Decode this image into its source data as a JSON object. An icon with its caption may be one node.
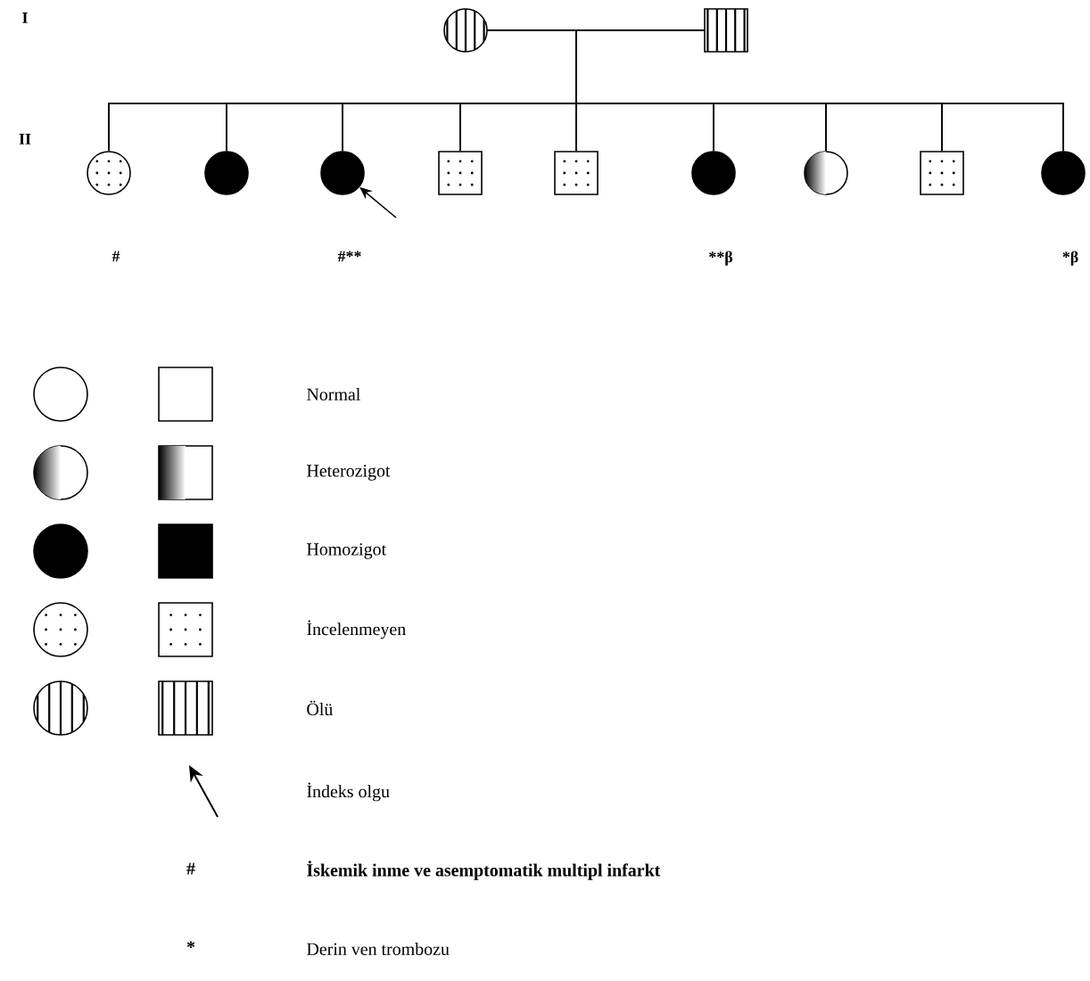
{
  "diagram": {
    "nodes": [
      {
        "text": [],
        "shape": "circle"
      },
      {
        "text": [],
        "shape": "box"
      },
      {
        "text": [],
        "shape": "circle",
        "beside": [
          "#"
        ]
      },
      {
        "text": [],
        "shape": "circle"
      },
      {
        "text": [],
        "shape": "circle",
        "beside": [
          "#**"
        ]
      },
      {
        "text": [],
        "shape": "box"
      },
      {
        "text": [],
        "shape": "box"
      },
      {
        "text": [],
        "shape": "circle",
        "beside": [
          "**β"
        ]
      },
      {
        "text": [],
        "shape": "circle"
      },
      {
        "text": [],
        "shape": "box"
      },
      {
        "text": [],
        "shape": "circle",
        "beside": [
          "*β"
        ]
      }
    ],
    "edges": [
      {
        "from": 0,
        "to": 1,
        "arrow": "none"
      },
      {
        "from": 0,
        "to": 2,
        "arrow": "none"
      },
      {
        "from": 0,
        "to": 3,
        "arrow": "none"
      },
      {
        "from": 0,
        "to": 4,
        "arrow": "none"
      },
      {
        "from": 0,
        "to": 5,
        "arrow": "none"
      },
      {
        "from": 0,
        "to": 6,
        "arrow": "none"
      },
      {
        "from": 0,
        "to": 7,
        "arrow": "none"
      },
      {
        "from": 0,
        "to": 8,
        "arrow": "none"
      },
      {
        "from": 0,
        "to": 9,
        "arrow": "none"
      },
      {
        "from": 0,
        "to": 10,
        "arrow": "none"
      },
      {
        "from": 1,
        "to": 2,
        "arrow": "none"
      },
      {
        "from": 1,
        "to": 3,
        "arrow": "none"
      },
      {
        "from": 1,
        "to": 4,
        "arrow": "none"
      },
      {
        "from": 1,
        "to": 5,
        "arrow": "none"
      },
      {
        "from": 1,
        "to": 6,
        "arrow": "none"
      },
      {
        "from": 1,
        "to": 7,
        "arrow": "none"
      },
      {
        "from": 1,
        "to": 8,
        "arrow": "none"
      },
      {
        "from": 1,
        "to": 9,
        "arrow": "none"
      },
      {
        "from": 1,
        "to": 10,
        "arrow": "none"
      },
      {
        "from": null,
        "to": 4,
        "arrow": "to"
      }
    ],
    "labels": [
      "I",
      "II",
      "#",
      "*"
    ],
    "legend": [
      {
        "text": "Normal"
      },
      {
        "text": "Heterozigot"
      },
      {
        "text": "Homozigot"
      },
      {
        "text": "İncelenmeyen"
      },
      {
        "text": "Ölü"
      },
      {
        "text": "İndeks olgu"
      },
      {
        "text": "İskemik inme ve asemptomatik multipl infarkt"
      },
      {
        "text": "Derin ven trombozu"
      }
    ]
  }
}
